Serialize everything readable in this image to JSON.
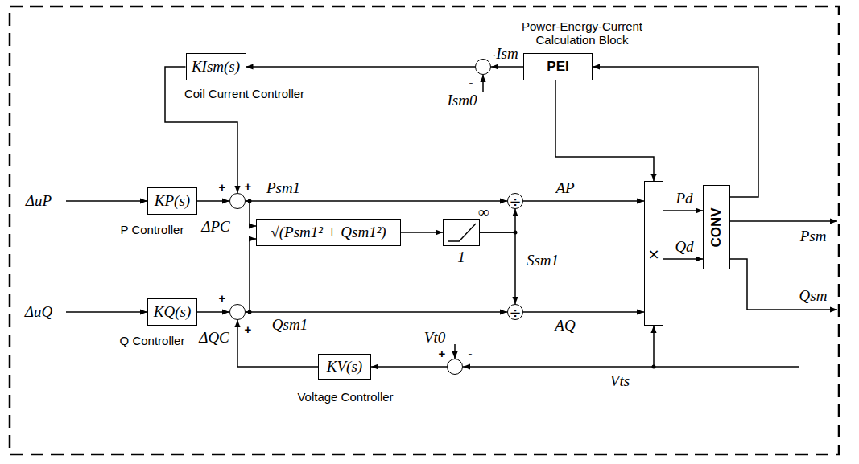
{
  "diagram": {
    "nodes": [
      {
        "text": [
          "PEI",
          "Power-Energy-Current Calculation Block"
        ]
      },
      {
        "text": [
          "KIsm(s)",
          "Coil Current Controller"
        ]
      },
      {
        "text": [
          "-",
          "+"
        ]
      },
      {
        "text": [
          "KP(s)",
          "P Controller"
        ]
      },
      {
        "text": [
          "+",
          "+"
        ]
      },
      {
        "text": [
          "÷"
        ]
      },
      {
        "text": [
          "√(Psm1² + Qsm1²)"
        ]
      },
      {
        "text": [
          "∞",
          "1"
        ]
      },
      {
        "text": [
          "×"
        ]
      },
      {
        "text": [
          "CONV"
        ]
      },
      {
        "text": [
          "KQ(s)",
          "Q Controller"
        ]
      },
      {
        "text": [
          "+",
          "+"
        ]
      },
      {
        "text": [
          "÷"
        ]
      },
      {
        "text": [
          "+",
          "-"
        ]
      },
      {
        "text": [
          "KV(s)",
          "Voltage Controller"
        ]
      }
    ],
    "edges": [
      {
        "from": 3,
        "to": 4,
        "arrow": "to",
        "label": "ΔPC"
      },
      {
        "from": 1,
        "to": 4,
        "arrow": "to"
      },
      {
        "from": 4,
        "to": 5,
        "arrow": "to",
        "label": "Psm1"
      },
      {
        "from": 4,
        "to": 6,
        "arrow": "to"
      },
      {
        "from": 10,
        "to": 11,
        "arrow": "to",
        "label": "ΔQC"
      },
      {
        "from": 14,
        "to": 11,
        "arrow": "to"
      },
      {
        "from": 11,
        "to": 12,
        "arrow": "to",
        "label": "Qsm1"
      },
      {
        "from": 11,
        "to": 6,
        "arrow": "to"
      },
      {
        "from": 6,
        "to": 7,
        "arrow": "to"
      },
      {
        "from": 7,
        "to": 5,
        "arrow": "to",
        "label": "Ssm1"
      },
      {
        "from": 7,
        "to": 12,
        "arrow": "to"
      },
      {
        "from": 5,
        "to": 8,
        "arrow": "to",
        "label": "AP"
      },
      {
        "from": 12,
        "to": 8,
        "arrow": "to",
        "label": "AQ"
      },
      {
        "from": 8,
        "to": 9,
        "arrow": "to",
        "label": "Pd"
      },
      {
        "from": 8,
        "to": 9,
        "arrow": "to",
        "label": "Qd"
      },
      {
        "from": 9,
        "to": 0,
        "arrow": "to"
      },
      {
        "from": 0,
        "to": 2,
        "arrow": "to",
        "label": "Ism"
      },
      {
        "from": 0,
        "to": 8,
        "arrow": "to"
      },
      {
        "from": 2,
        "to": 1,
        "arrow": "to"
      },
      {
        "from": 13,
        "to": 14,
        "arrow": "to"
      }
    ],
    "labels": [
      "ΔuP",
      "ΔuQ",
      "Ism0",
      "Vt0",
      "Vts",
      "Psm",
      "Qsm"
    ]
  }
}
